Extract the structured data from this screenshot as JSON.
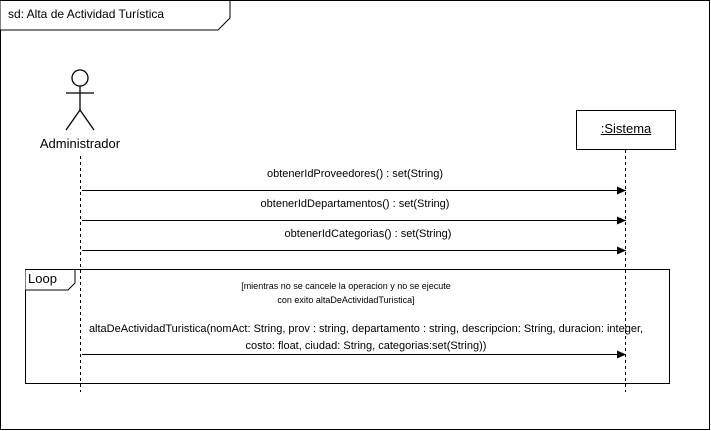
{
  "frame": {
    "title": "sd: Alta de Actividad Turística"
  },
  "actor": {
    "name": "Administrador"
  },
  "system": {
    "name": ":Sistema"
  },
  "messages": [
    {
      "label": "obtenerIdProveedores() : set(String)"
    },
    {
      "label": "obtenerIdDepartamentos() : set(String)"
    },
    {
      "label": "obtenerIdCategorias() : set(String)"
    }
  ],
  "loop": {
    "label": "Loop",
    "guard_line1": "[mientras no se cancele la operacion y no se ejecute",
    "guard_line2": "con exito altaDeActividadTuristica]",
    "message_line1": "altaDeActividadTuristica(nomAct: String, prov : string, departamento : string, descripcion: String, duracion: integer,",
    "message_line2": "costo: float, ciudad: String, categorias:set(String))"
  }
}
